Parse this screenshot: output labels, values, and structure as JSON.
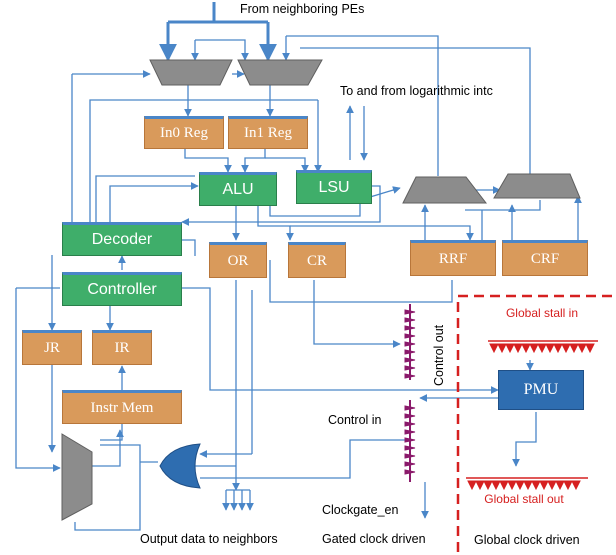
{
  "labels": {
    "from_pes": "From neighboring PEs",
    "log_intc": "To and from logarithmic intc",
    "control_out": "Control out",
    "control_in": "Control in",
    "output_data": "Output data to neighbors",
    "clockgate": "Clockgate_en",
    "gated_clock": "Gated clock driven",
    "global_clock": "Global clock driven",
    "global_stall_in": "Global stall in",
    "global_stall_out": "Global stall out"
  },
  "blocks": {
    "in0_reg": "In0 Reg",
    "in1_reg": "In1 Reg",
    "alu": "ALU",
    "lsu": "LSU",
    "decoder": "Decoder",
    "controller": "Controller",
    "or": "OR",
    "cr": "CR",
    "rrf": "RRF",
    "crf": "CRF",
    "jr": "JR",
    "ir": "IR",
    "instr_mem": "Instr Mem",
    "pmu": "PMU"
  },
  "colors": {
    "wire": "#4a86c8",
    "register": "#d99a5b",
    "functional_unit": "#3fae6a",
    "pmu": "#2e6db0",
    "mux": "#8c8c8c",
    "stall": "#d62020",
    "control_bus": "#8b1a6b"
  }
}
